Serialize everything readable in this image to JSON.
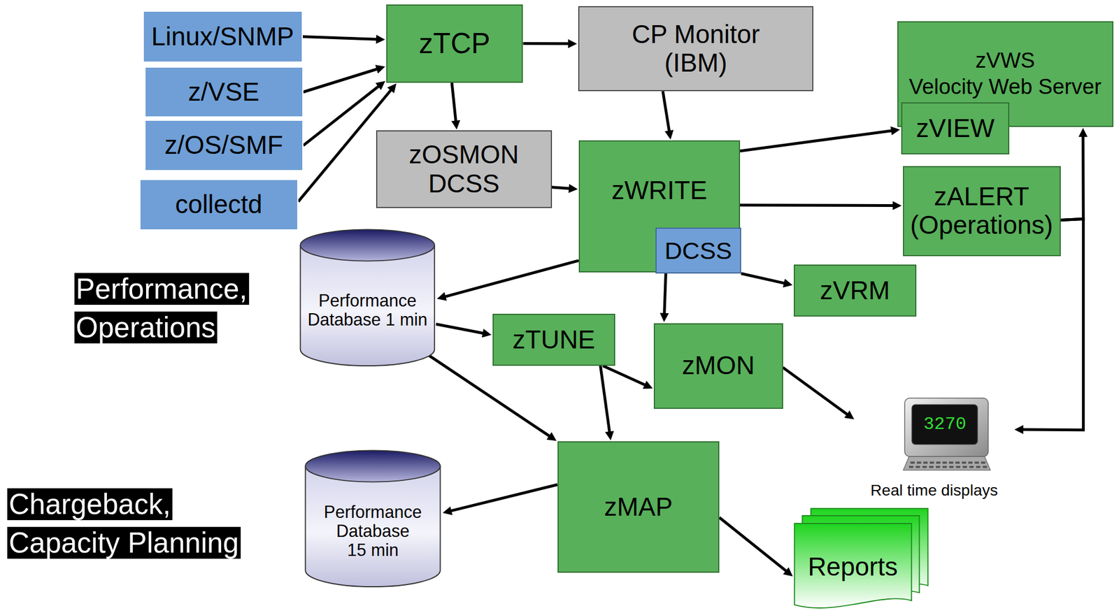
{
  "diagram": {
    "nodes": [
      {
        "text": [
          "Linux/SNMP"
        ]
      },
      {
        "text": [
          "z/VSE"
        ]
      },
      {
        "text": [
          "z/OS/SMF"
        ]
      },
      {
        "text": [
          "collectd"
        ]
      },
      {
        "text": [
          "zTCP"
        ]
      },
      {
        "text": [
          "CP Monitor (IBM)"
        ]
      },
      {
        "text": [
          "zVWS",
          "Velocity Web Server"
        ]
      },
      {
        "text": [
          "zVIEW"
        ],
        "in": 6
      },
      {
        "text": [
          "zOSMON DCSS"
        ]
      },
      {
        "text": [
          "zWRITE"
        ]
      },
      {
        "text": [
          "DCSS"
        ],
        "in": 9
      },
      {
        "text": [
          "zALERT (Operations)"
        ]
      },
      {
        "text": [
          "Performance Database 1 min"
        ]
      },
      {
        "text": [
          "zVRM"
        ]
      },
      {
        "text": [
          "zTUNE"
        ]
      },
      {
        "text": [
          "zMON"
        ]
      },
      {
        "text": [
          "3270",
          "Real time displays"
        ]
      },
      {
        "text": [
          "zMAP"
        ]
      },
      {
        "text": [
          "Performance Database 15 min"
        ]
      },
      {
        "text": [
          "Reports"
        ]
      }
    ],
    "edges": [
      {
        "from": 0,
        "to": 4,
        "arrow": "to"
      },
      {
        "from": 1,
        "to": 4,
        "arrow": "to"
      },
      {
        "from": 2,
        "to": 4,
        "arrow": "to"
      },
      {
        "from": 3,
        "to": 4,
        "arrow": "to"
      },
      {
        "from": 4,
        "to": 5,
        "arrow": "to"
      },
      {
        "from": 4,
        "to": 8,
        "arrow": "to"
      },
      {
        "from": 5,
        "to": 9,
        "arrow": "to"
      },
      {
        "from": 8,
        "to": 9,
        "arrow": "to"
      },
      {
        "from": 9,
        "to": 7,
        "arrow": "to"
      },
      {
        "from": 9,
        "to": 11,
        "arrow": "to"
      },
      {
        "from": 9,
        "to": 12,
        "arrow": "to"
      },
      {
        "from": 10,
        "to": 13,
        "arrow": "to"
      },
      {
        "from": 10,
        "to": 15,
        "arrow": "to"
      },
      {
        "from": 12,
        "to": 14,
        "arrow": "to"
      },
      {
        "from": 12,
        "to": 17,
        "arrow": "to"
      },
      {
        "from": 14,
        "to": 15,
        "arrow": "to"
      },
      {
        "from": 14,
        "to": 17,
        "arrow": "to"
      },
      {
        "from": 15,
        "to": 16,
        "arrow": "to"
      },
      {
        "from": 11,
        "to": 6,
        "arrow": "to"
      },
      {
        "from": 11,
        "to": 16,
        "arrow": "to"
      },
      {
        "from": 17,
        "to": 18,
        "arrow": "to"
      },
      {
        "from": 17,
        "to": 19,
        "arrow": "to"
      }
    ],
    "labels": [
      "Performance, Operations",
      "Chargeback, Capacity Planning"
    ]
  }
}
